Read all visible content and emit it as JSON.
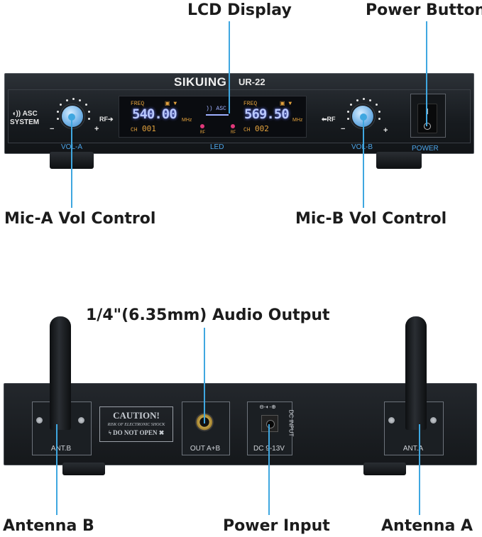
{
  "callouts": {
    "lcd_display": "LCD Display",
    "power_button": "Power Button",
    "mic_a": "Mic-A Vol Control",
    "mic_b": "Mic-B Vol Control",
    "audio_output": "1/4\"(6.35mm) Audio Output",
    "antenna_b": "Antenna B",
    "power_input": "Power Input",
    "antenna_a": "Antenna A"
  },
  "front": {
    "brand": "SIKUING",
    "model": "UR-22",
    "asc_line1": "ASC",
    "asc_line2": "SYSTEM",
    "rf_left": "RF",
    "rf_right": "RF",
    "vol_a": "VOL-A",
    "vol_b": "VOL-B",
    "led": "LED",
    "power": "POWER",
    "minus": "−",
    "plus": "+",
    "lcd": {
      "freq_label_a": "FREQ",
      "freq_label_b": "FREQ",
      "freq_a": "540.00",
      "freq_b": "569.50",
      "mhz_a": "MHz",
      "mhz_b": "MHz",
      "ch_label_a": "CH",
      "ch_label_b": "CH",
      "ch_a": "001",
      "ch_b": "002",
      "asc": "ASC",
      "rf_a": "RF",
      "rf_b": "RF"
    }
  },
  "rear": {
    "ant_b": "ANT.B",
    "ant_a": "ANT.A",
    "out": "OUT A+B",
    "dc": "DC 9-13V",
    "dc_input": "DC INPUT",
    "caution_title": "CAUTION!",
    "caution_sub": "RISK OF ELECTRONIC SHOCK",
    "caution_do_not": "DO NOT OPEN"
  },
  "colors": {
    "accent": "#3fa7e0",
    "lcd_amber": "#e3a23d",
    "lcd_blue": "#b9c8ff"
  }
}
